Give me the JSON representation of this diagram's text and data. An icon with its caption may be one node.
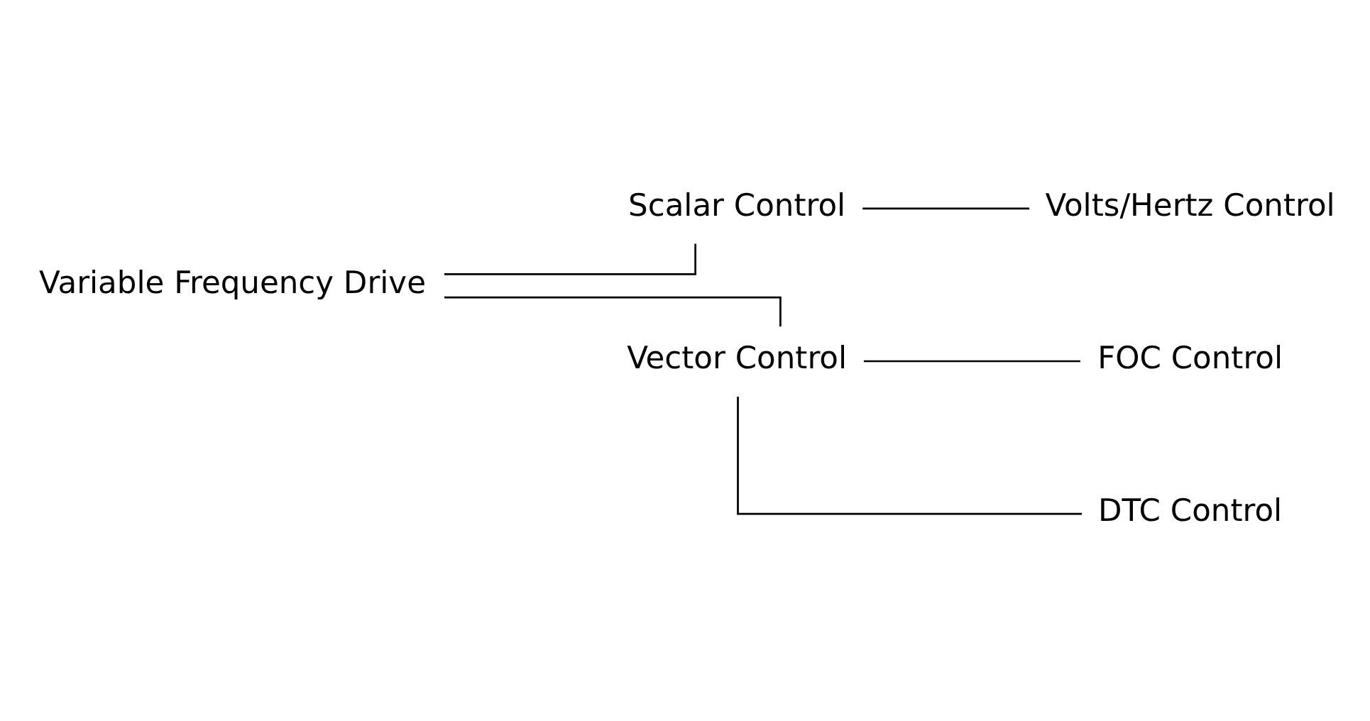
{
  "diagram": {
    "nodes": [
      {
        "text": [
          "Variable Frequency Drive"
        ]
      },
      {
        "text": [
          "Scalar Control"
        ]
      },
      {
        "text": [
          "Volts/Hertz Control"
        ]
      },
      {
        "text": [
          "Vector Control"
        ]
      },
      {
        "text": [
          "FOC Control"
        ]
      },
      {
        "text": [
          "DTC Control"
        ]
      }
    ],
    "edges": [
      {
        "from": 0,
        "to": 1,
        "arrow": "none"
      },
      {
        "from": 0,
        "to": 3,
        "arrow": "none"
      },
      {
        "from": 1,
        "to": 2,
        "arrow": "none"
      },
      {
        "from": 3,
        "to": 4,
        "arrow": "none"
      },
      {
        "from": 3,
        "to": 5,
        "arrow": "none"
      }
    ]
  }
}
